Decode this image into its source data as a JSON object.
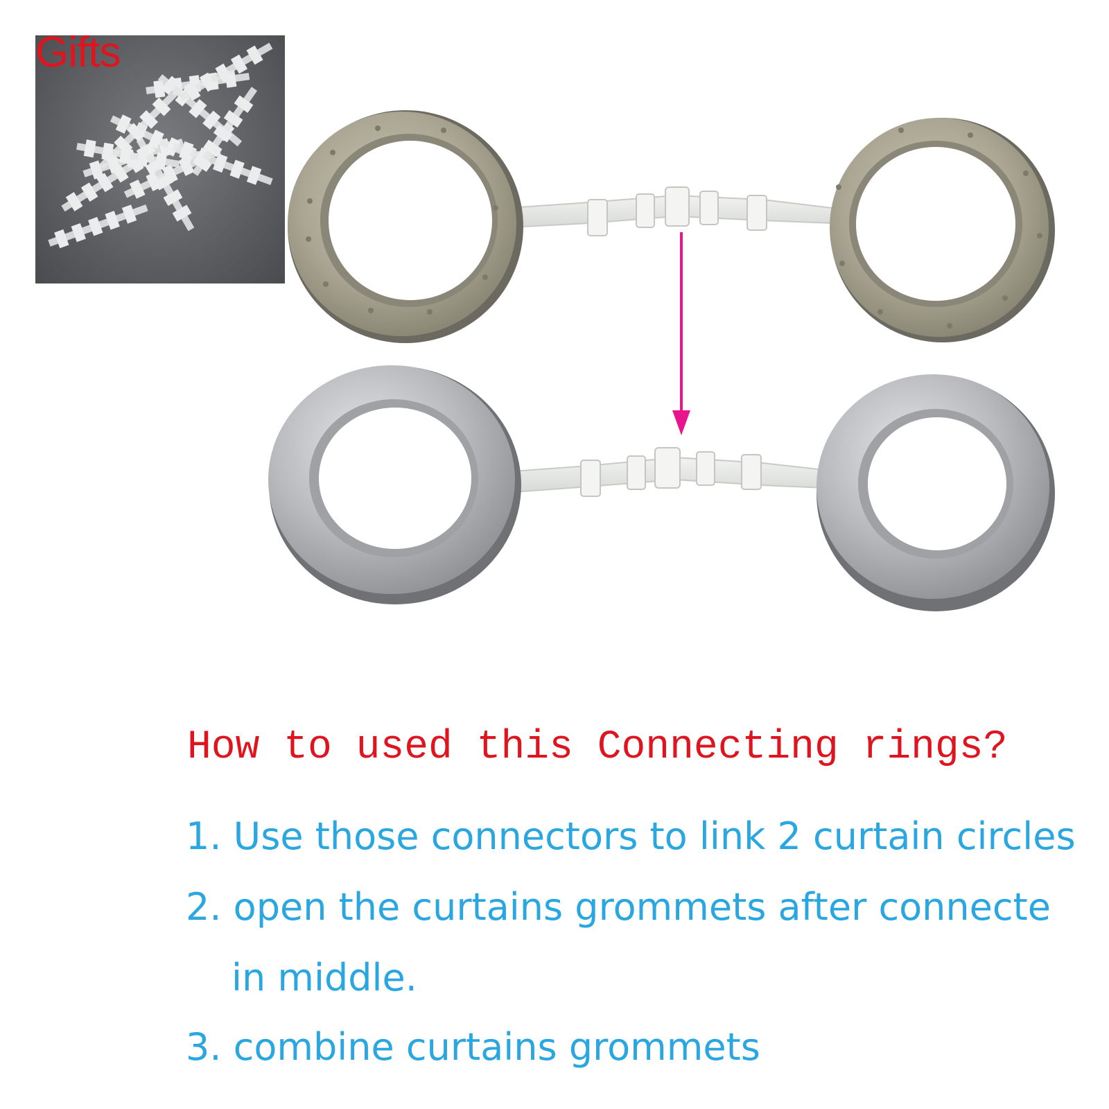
{
  "gifts": {
    "label": "Gifts",
    "icon": "connector-clips-photo"
  },
  "scene": {
    "top_pair": "unassembled-grommet-pair-icon",
    "bottom_pair": "assembled-grommet-pair-icon",
    "arrow_color": "#e8158c"
  },
  "instructions": {
    "heading": "How to used this Connecting rings?",
    "heading_color": "#e0141e",
    "step_color": "#2aa6e0",
    "step1": "1. Use those connectors to link 2 curtain circles",
    "step2_line1": "2. open the curtains grommets after connecte",
    "step2_line2": "in middle.",
    "step3": "3. combine curtains grommets"
  }
}
